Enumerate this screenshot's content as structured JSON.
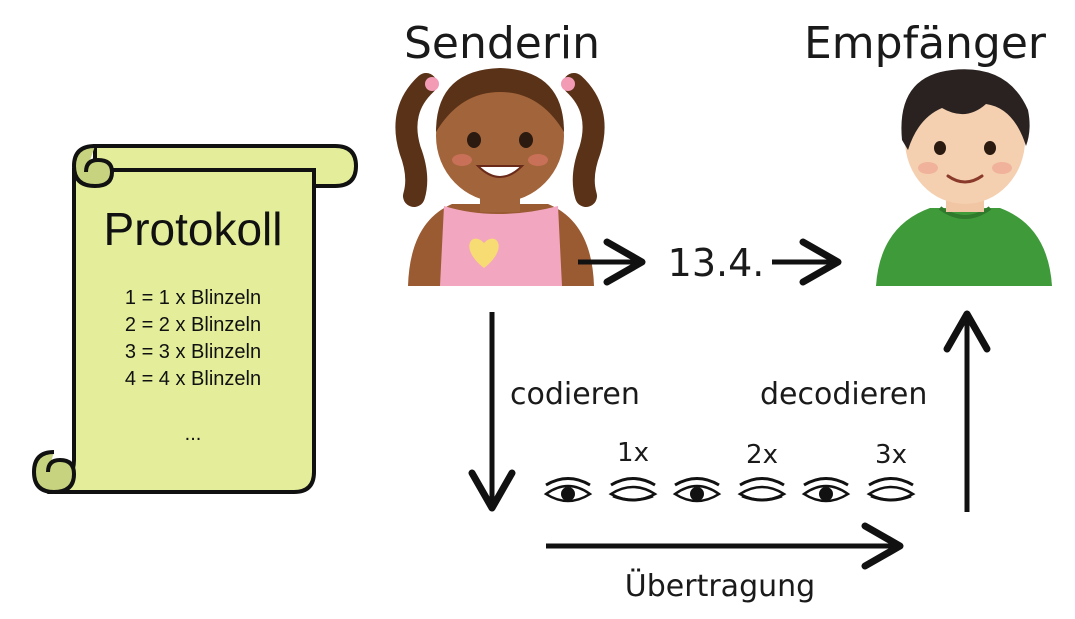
{
  "sender": {
    "label": "Senderin",
    "color": "#a8698a"
  },
  "receiver": {
    "label": "Empfänger",
    "color": "#4c9a48"
  },
  "message": "13.4.",
  "protocol": {
    "title": "Protokoll",
    "rules": [
      "1 = 1 x Blinzeln",
      "2 = 2 x Blinzeln",
      "3 = 3 x Blinzeln",
      "4 = 4 x Blinzeln"
    ],
    "ellipsis": "...",
    "paper_color": "#e4ee9a",
    "curl_color": "#c7d37e"
  },
  "steps": {
    "encode": "codieren",
    "decode": "decodieren",
    "transmission": "Übertragung"
  },
  "blink_counts": [
    "1x",
    "2x",
    "3x"
  ],
  "icons": [
    "girl-avatar-icon",
    "boy-avatar-icon",
    "open-eye-icon",
    "closed-eye-icon",
    "scroll-icon"
  ]
}
